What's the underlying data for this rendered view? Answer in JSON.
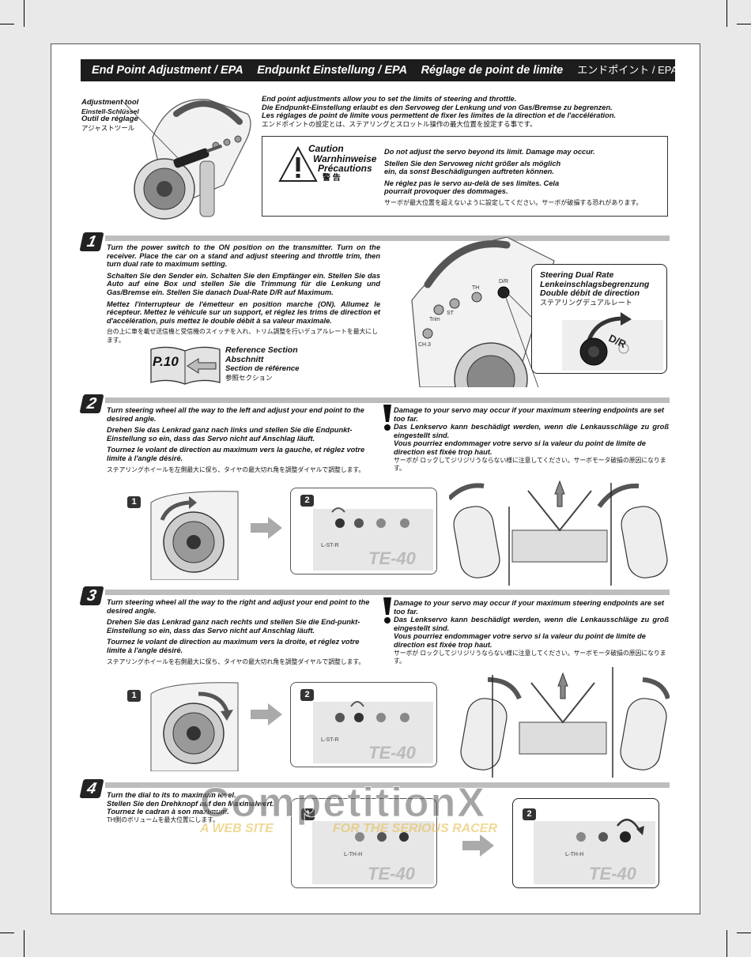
{
  "header": {
    "title_en": "End Point Adjustment / EPA",
    "title_de": "Endpunkt Einstellung / EPA",
    "title_fr": "Réglage de point de limite",
    "title_jp": "エンドポイント / EPAの設定"
  },
  "tool_label": {
    "en": "Adjustment tool",
    "de": "Einstell-Schlüssel",
    "fr": "Outil de réglage",
    "jp": "アジャストツール"
  },
  "intro": {
    "en": "End point adjustments allow you to set the limits of steering and throttle.",
    "de": "Die Endpunkt-Einstellung erlaubt es den Servoweg der Lenkung und von Gas/Bremse zu begrenzen.",
    "fr": "Les réglages de point de limite vous permettent de fixer les limites de la direction et de l'accélération.",
    "jp": "エンドポイントの設定とは、ステアリングとスロットル操作の最大位置を設定する事です。"
  },
  "caution": {
    "title_en": "Caution",
    "title_de": "Warnhinweise",
    "title_fr": "Précautions",
    "title_jp": "警 告",
    "en": "Do not adjust the servo beyond its limit. Damage may occur.",
    "de": "Stellen Sie den Servoweg nicht größer als möglich ein, da sonst Beschädigungen auftreten können.",
    "fr": "Ne réglez pas le servo au-delà de ses limites. Cela pourrait provoquer des dommages.",
    "jp": "サーボが最大位置を超えないように設定してください。サーボが破損する恐れがあります。"
  },
  "step1": {
    "num": "1",
    "en": "Turn the power switch to the ON position on the transmitter. Turn on the receiver. Place the car on a stand and adjust steering and throttle trim, then turn dual rate to maximum setting.",
    "de": "Schalten Sie den Sender ein. Schalten Sie den Empfänger ein. Stellen Sie das Auto auf eine Box und stellen Sie die Trimmung für die Lenkung und Gas/Bremse ein. Stellen Sie danach Dual-Rate D/R auf Maximum.",
    "fr": "Mettez l'interrupteur de l'émetteur en position marche (ON). Allumez le récepteur. Mettez le véhicule sur un support, et réglez les trims de direction et d'accélération, puis mettez le double débit à sa valeur maximale.",
    "jp": "台の上に車を載せ送信機と受信機のスイッチを入れ、トリム調整を行いデュアルレートを最大にします。",
    "ref_page": "P.10",
    "ref_en": "Reference Section",
    "ref_de": "Abschnitt",
    "ref_fr": "Section de référence",
    "ref_jp": "参照セクション",
    "dr_en": "Steering Dual Rate",
    "dr_de": "Lenkeinschlagsbegrenzung",
    "dr_fr": "Double débit de direction",
    "dr_jp": "ステアリングデュアルレート",
    "dr_label": "D/R",
    "tx_labels": {
      "d_r": "D/R",
      "th": "TH",
      "st": "ST",
      "ch3": "CH.3",
      "trim": "Trim"
    }
  },
  "step2": {
    "num": "2",
    "en": "Turn steering wheel all the way to the left and adjust your end point to the desired angle.",
    "de": "Drehen Sie das Lenkrad ganz nach links und stellen Sie die Endpunkt-Einstellung so ein, dass das Servo nicht auf Anschlag läuft.",
    "fr": "Tournez le volant de direction au maximum vers la gauche, et réglez votre limite à l'angle désiré.",
    "jp": "ステアリングホイールを左側最大に保ち、タイヤの最大切れ角を調整ダイヤルで調整します。",
    "warn_en": "Damage to your servo may occur if your maximum steering endpoints are set too far.",
    "warn_de": "Das Lenkservo kann beschädigt werden, wenn die Lenkausschläge zu groß eingestellt sind.",
    "warn_fr": "Vous pourriez endommager votre servo si la valeur du point de limite de direction est fixée trop haut.",
    "warn_jp": "サーボが ロックしてジリジリうならない様に注意してください。サーボモータ破損の原因になります。",
    "sub1": "1",
    "sub2": "2",
    "panel_label": "L-ST-R",
    "panel_brand": "TE-40"
  },
  "step3": {
    "num": "3",
    "en": "Turn steering wheel all the way to the right and adjust your end point to the desired angle.",
    "de": "Drehen Sie das Lenkrad ganz nach rechts und stellen Sie die End-punkt-Einstellung so ein, dass das Servo nicht auf Anschlag läuft.",
    "fr": "Tournez le volant de direction au maximum vers la droite, et réglez votre limite à l'angle désiré.",
    "jp": "ステアリングホイールを右側最大に保ち、タイヤの最大切れ角を調整ダイヤルで調整します。",
    "warn_en": "Damage to your servo may occur if your maximum steering endpoints are set too far.",
    "warn_de": "Das Lenkservo kann beschädigt werden, wenn die Lenkausschläge zu groß eingestellt sind.",
    "warn_fr": "Vous pourriez endommager votre servo si la valeur du point de limite de direction est fixée trop haut.",
    "warn_jp": "サーボが ロックしてジリジリうならない様に注意してください。サーボモータ破損の原因になります。",
    "sub1": "1",
    "sub2": "2",
    "panel_label": "L-ST-R",
    "panel_brand": "TE-40"
  },
  "step4": {
    "num": "4",
    "en": "Turn the dial to its to maximum level.",
    "de": "Stellen Sie den Drehknopf auf den Maximalwert.",
    "fr": "Tournez le cadran à son maximum.",
    "jp": "TH側のボリュームを最大位置にします。",
    "sub1": "1",
    "sub2": "2",
    "panel_label": "L-TH-H",
    "panel_brand": "TE-40"
  },
  "watermark": {
    "brand": "CompetitionX",
    "tagline_a": "A WEB SITE",
    "tagline_b": "FOR THE SERIOUS RACER"
  }
}
